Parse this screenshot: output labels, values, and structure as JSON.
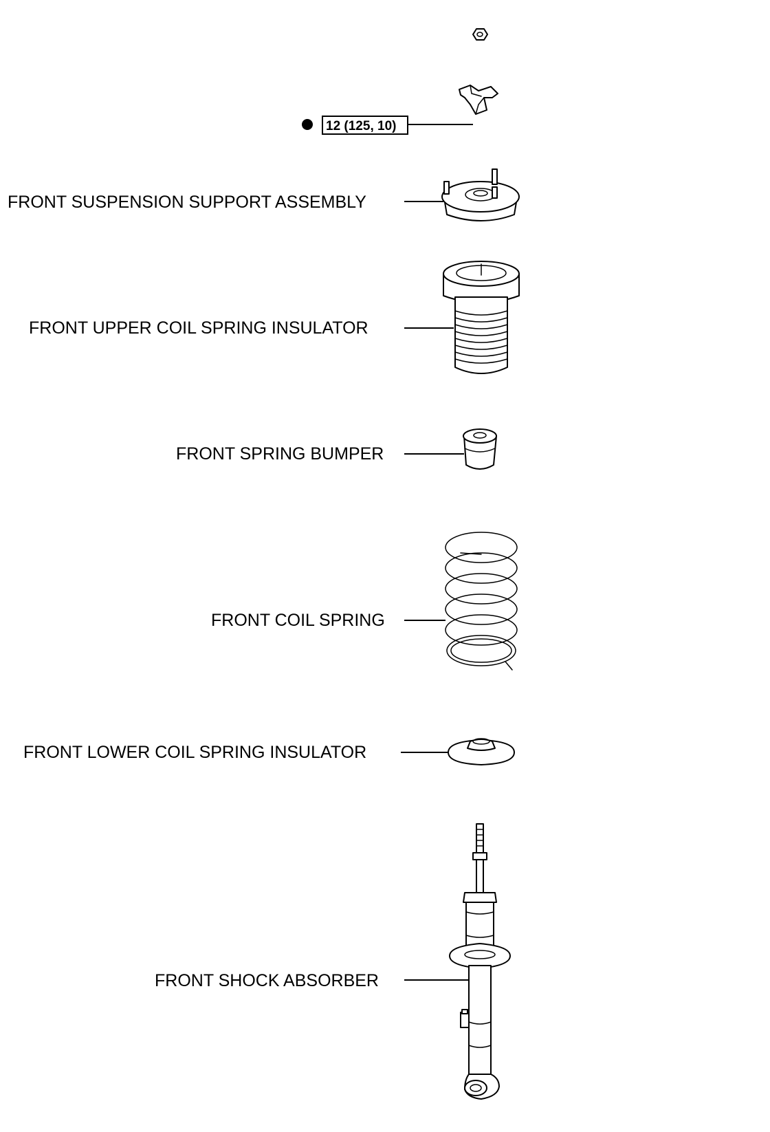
{
  "torque_spec": {
    "value": "12 (125, 10)",
    "marker_icon": "non-reusable-part-dot-icon"
  },
  "labels": {
    "support_assembly": "FRONT SUSPENSION SUPPORT ASSEMBLY",
    "upper_insulator": "FRONT UPPER COIL SPRING INSULATOR",
    "spring_bumper": "FRONT SPRING BUMPER",
    "coil_spring": "FRONT COIL SPRING",
    "lower_insulator": "FRONT LOWER COIL SPRING INSULATOR",
    "shock_absorber": "FRONT SHOCK ABSORBER"
  },
  "icons": [
    "nut-icon",
    "retainer-icon",
    "support-assembly-icon",
    "upper-insulator-icon",
    "spring-bumper-icon",
    "coil-spring-icon",
    "lower-insulator-icon",
    "shock-absorber-icon"
  ],
  "colors": {
    "line": "#000000",
    "background": "#ffffff"
  }
}
